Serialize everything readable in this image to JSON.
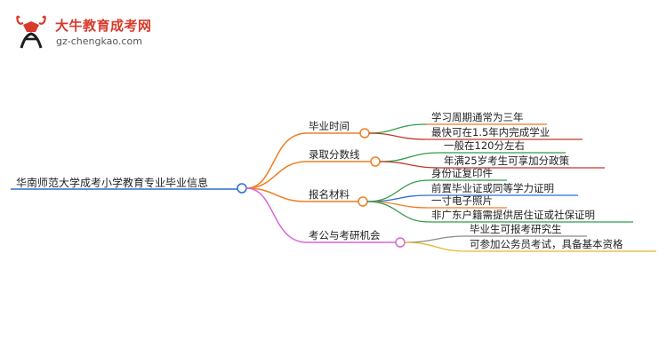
{
  "logo": {
    "title": "大牛教育成考网",
    "url": "gz-chengkao.com"
  },
  "mindmap": {
    "root": "华南师范大学成考小学教育专业毕业信息",
    "branches": [
      {
        "label": "毕业时间",
        "color": "#f07f22",
        "children": [
          {
            "label": "学习周期通常为三年",
            "color": "#e67e22"
          },
          {
            "label": "最快可在1.5年内完成学业",
            "color": "#c0392b"
          }
        ]
      },
      {
        "label": "录取分数线",
        "color": "#f07f22",
        "children": [
          {
            "label": "一般在120分左右",
            "color": "#2e9e44"
          },
          {
            "label": "年满25岁考生可享加分政策",
            "color": "#c0392b"
          }
        ]
      },
      {
        "label": "报名材料",
        "color": "#f07f22",
        "children": [
          {
            "label": "身份证复印件",
            "color": "#2e9e44"
          },
          {
            "label": "前置毕业证或同等学力证明",
            "color": "#2a6fd4"
          },
          {
            "label": "一寸电子照片",
            "color": "#f07f22"
          },
          {
            "label": "非广东户籍需提供居住证或社保证明",
            "color": "#2e9e44"
          }
        ]
      },
      {
        "label": "考公与考研机会",
        "color": "#d667d6",
        "children": [
          {
            "label": "毕业生可报考研究生",
            "color": "#8a8a8a"
          },
          {
            "label": "可参加公务员考试，具备基本资格",
            "color": "#e3b92b"
          }
        ]
      }
    ]
  },
  "colors": {
    "root_underline": "#2a6fd4",
    "node_circle_fill": "#ffffff"
  }
}
